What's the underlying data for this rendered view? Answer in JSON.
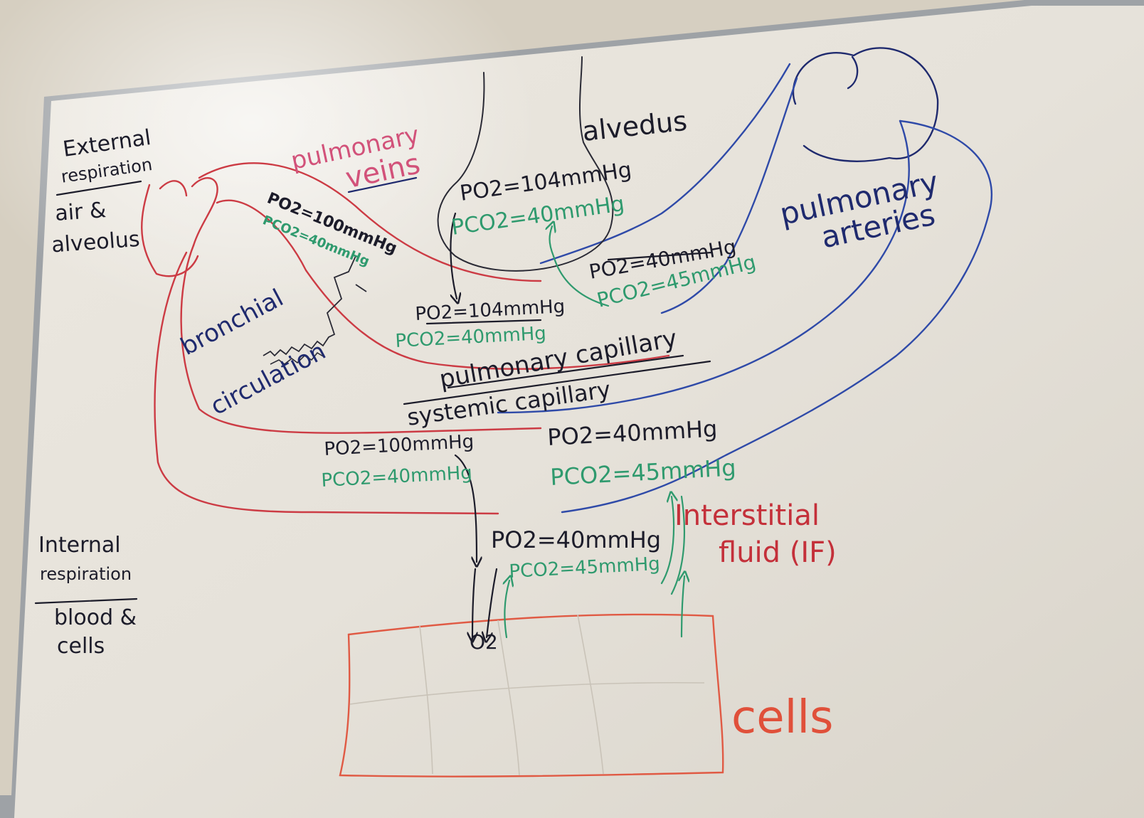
{
  "colors": {
    "black": "#1c1c2a",
    "navy": "#1f2a6e",
    "blue_vessel": "#2f4aa8",
    "green": "#2f9a6e",
    "red": "#c4303a",
    "pink": "#d2527a",
    "orange": "#e0503a"
  },
  "left": {
    "external": [
      "External",
      "respiration"
    ],
    "external_desc": [
      "air &",
      "alveolus"
    ],
    "internal": [
      "Internal",
      "respiration"
    ],
    "internal_desc": [
      "blood &",
      "cells"
    ]
  },
  "labels": {
    "pulmonary_veins": [
      "pulmonary",
      "veins"
    ],
    "alveolus": "alvedus",
    "pulmonary_arteries": [
      "pulmonary",
      "arteries"
    ],
    "bronchial": "bronchial",
    "circulation": "circulation",
    "pulmonary_capillary": "pulmonary capillary",
    "systemic_capillary": "systemic capillary",
    "interstitial": [
      "Interstitial",
      "fluid (IF)"
    ],
    "cells": "cells",
    "o2": "O2"
  },
  "pressures": {
    "vein_po2": "PO2=100mmHg",
    "vein_pco2": "PCO2=40mmHg",
    "alv_po2": "PO2=104mmHg",
    "alv_pco2": "PCO2=40mmHg",
    "art_po2": "PO2=40mmHg",
    "art_pco2": "PCO2=45mmHg",
    "pcap_po2": "PO2=104mmHg",
    "pcap_pco2": "PCO2=40mmHg",
    "sys_left_po2": "PO2=100mmHg",
    "sys_left_pco2": "PCO2=40mmHg",
    "sys_right_po2": "PO2=40mmHg",
    "sys_right_pco2": "PCO2=45mmHg",
    "if_po2": "PO2=40mmHg",
    "if_pco2": "PCO2=45mmHg"
  }
}
